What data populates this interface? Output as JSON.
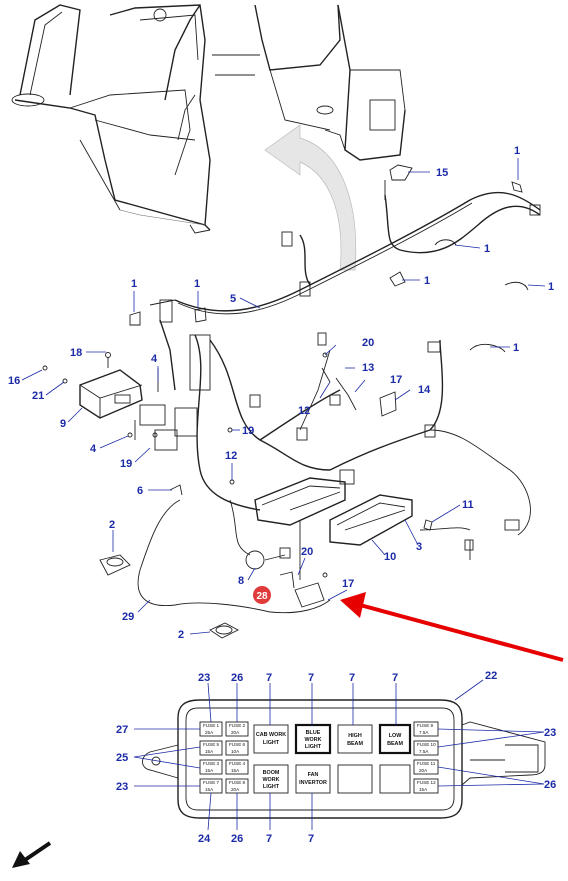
{
  "callouts": {
    "c1a": "1",
    "c1b": "1",
    "c1c": "1",
    "c1d": "1",
    "c1e": "1",
    "c1f": "1",
    "c2a": "2",
    "c2b": "2",
    "c3": "3",
    "c4a": "4",
    "c4b": "4",
    "c5": "5",
    "c6": "6",
    "c8": "8",
    "c9": "9",
    "c10": "10",
    "c11": "11",
    "c12a": "12",
    "c12b": "12",
    "c13": "13",
    "c14": "14",
    "c15": "15",
    "c16": "16",
    "c17a": "17",
    "c17b": "17",
    "c18": "18",
    "c19a": "19",
    "c19b": "19",
    "c20a": "20",
    "c20b": "20",
    "c21": "21",
    "c29": "29",
    "c28": "28",
    "box": {
      "t23": "23",
      "t26": "26",
      "t7a": "7",
      "t7b": "7",
      "t7c": "7",
      "t7d": "7",
      "t22": "22",
      "t27": "27",
      "t25": "25",
      "t23b": "23",
      "t23r": "23",
      "t26r": "26",
      "t24": "24",
      "t26b": "26",
      "t7e": "7",
      "t7f": "7"
    }
  },
  "fuse_box": {
    "fuses": [
      {
        "label": "FUSE 1",
        "amp": "25A"
      },
      {
        "label": "FUSE 2",
        "amp": "20A"
      },
      {
        "label": "FUSE 5",
        "amp": "15A"
      },
      {
        "label": "FUSE 6",
        "amp": "10A"
      },
      {
        "label": "FUSE 3",
        "amp": "15A"
      },
      {
        "label": "FUSE 4",
        "amp": "15A"
      },
      {
        "label": "FUSE 7",
        "amp": "15A"
      },
      {
        "label": "FUSE 8",
        "amp": "20A"
      },
      {
        "label": "FUSE 9",
        "amp": "7.5A"
      },
      {
        "label": "FUSE 10",
        "amp": "7.5A"
      },
      {
        "label": "FUSE 11",
        "amp": "20A"
      },
      {
        "label": "FUSE 12",
        "amp": "15A"
      }
    ],
    "relays_top": [
      {
        "line1": "CAB WORK",
        "line2": "LIGHT"
      },
      {
        "line1": "BLUE",
        "line2": "WORK",
        "line3": "LIGHT"
      },
      {
        "line1": "HIGH",
        "line2": "BEAM"
      },
      {
        "line1": "LOW",
        "line2": "BEAM"
      }
    ],
    "relays_bottom": [
      {
        "line1": "BOOM",
        "line2": "WORK",
        "line3": "LIGHT"
      },
      {
        "line1": "FAN",
        "line2": "INVERTOR"
      }
    ]
  },
  "colors": {
    "callout": "#1b2aa6",
    "highlight_badge": "#e03a3a",
    "pointer_arrow": "#e60000",
    "line": "#222222"
  }
}
